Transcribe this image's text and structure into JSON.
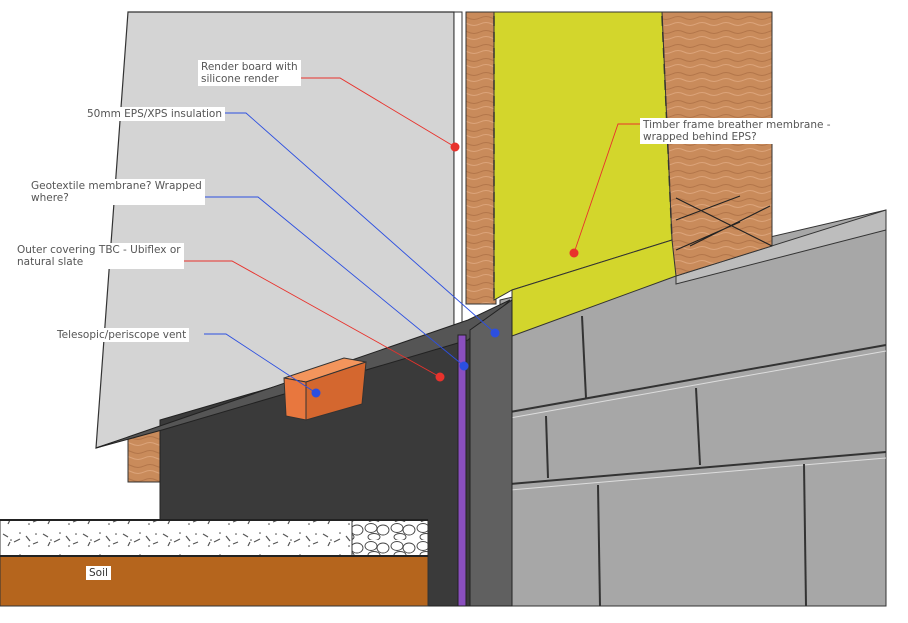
{
  "labels": {
    "render_board": "Render board with\nsilicone render",
    "insulation": "50mm EPS/XPS insulation",
    "geotextile": "Geotextile membrane? Wrapped\nwhere?",
    "outer_covering": "Outer covering TBC - Ubiflex or\nnatural slate",
    "vent": "Telesopic/periscope vent",
    "breather": "Timber frame breather membrane -\nwrapped behind EPS?",
    "soil": "Soil"
  },
  "colors": {
    "render_board": "#d4d4d4",
    "timber": "#c98b5b",
    "breather_membrane": "#d3d62c",
    "blockwork": "#a7a7a7",
    "outer_covering": "#3a3a3a",
    "insulation_strip": "#8a4fbf",
    "vent": "#e8773e",
    "soil": "#b5651d",
    "red_leader": "#e8322c",
    "blue_leader": "#2c4fe0"
  }
}
